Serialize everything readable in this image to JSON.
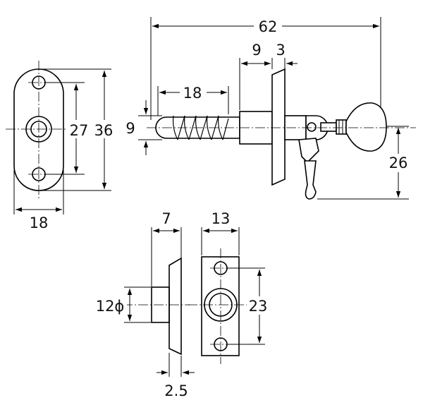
{
  "dims": {
    "overall_length": "62",
    "flange_gap": "9",
    "flange_thk": "3",
    "spring_len": "18",
    "pin_dia": "9",
    "body_height": "26",
    "plate_hole_pitch": "27",
    "plate_height": "36",
    "plate_width": "18",
    "keeper_depth": "7",
    "keeper_width": "13",
    "keeper_bore": "12ϕ",
    "keeper_hole_pitch": "23",
    "keeper_flange_thk": "2.5"
  }
}
